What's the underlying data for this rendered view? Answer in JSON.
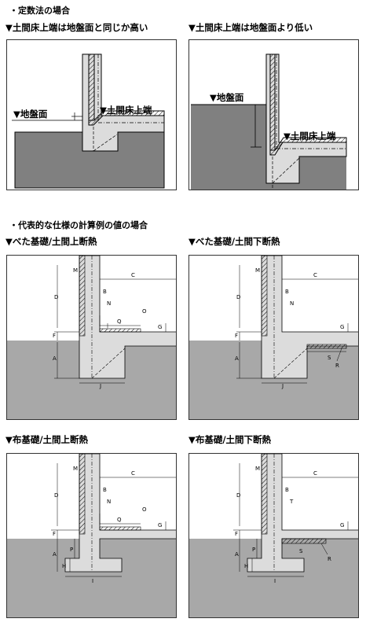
{
  "sections": {
    "fixed_rate": "・定数法の場合",
    "typical_spec": "・代表的な仕様の計算例の値の場合"
  },
  "panels": {
    "p1": {
      "title": "▼土間床上端は地盤面と同じか高い",
      "ground_label": "▼地盤面",
      "floor_label": "▼土間床上端"
    },
    "p2": {
      "title": "▼土間床上端は地盤面より低い",
      "ground_label": "▼地盤面",
      "floor_label": "▼土間床上端"
    },
    "p3": {
      "title": "▼べた基礎/土間上断熱",
      "labels": {
        "M": "M",
        "C": "C",
        "D": "D",
        "B": "B",
        "N": "N",
        "O": "O",
        "Q": "Q",
        "G": "G",
        "F": "F",
        "A": "A",
        "J": "J"
      }
    },
    "p4": {
      "title": "▼べた基礎/土間下断熱",
      "labels": {
        "M": "M",
        "C": "C",
        "D": "D",
        "B": "B",
        "N": "N",
        "G": "G",
        "F": "F",
        "A": "A",
        "S": "S",
        "R": "R",
        "J": "J"
      }
    },
    "p5": {
      "title": "▼布基礎/土間上断熱",
      "labels": {
        "M": "M",
        "C": "C",
        "D": "D",
        "B": "B",
        "N": "N",
        "O": "O",
        "Q": "Q",
        "G": "G",
        "F": "F",
        "P": "P",
        "A": "A",
        "H": "H",
        "I": "I"
      }
    },
    "p6": {
      "title": "▼布基礎/土間下断熱",
      "labels": {
        "M": "M",
        "C": "C",
        "D": "D",
        "B": "B",
        "T": "T",
        "G": "G",
        "F": "F",
        "P": "P",
        "A": "A",
        "H": "H",
        "S": "S",
        "R": "R",
        "I": "I"
      }
    }
  },
  "colors": {
    "ground": "#808080",
    "concrete": "#dcdcdc",
    "insulation": "#a8a8a8",
    "outline": "#000000"
  }
}
